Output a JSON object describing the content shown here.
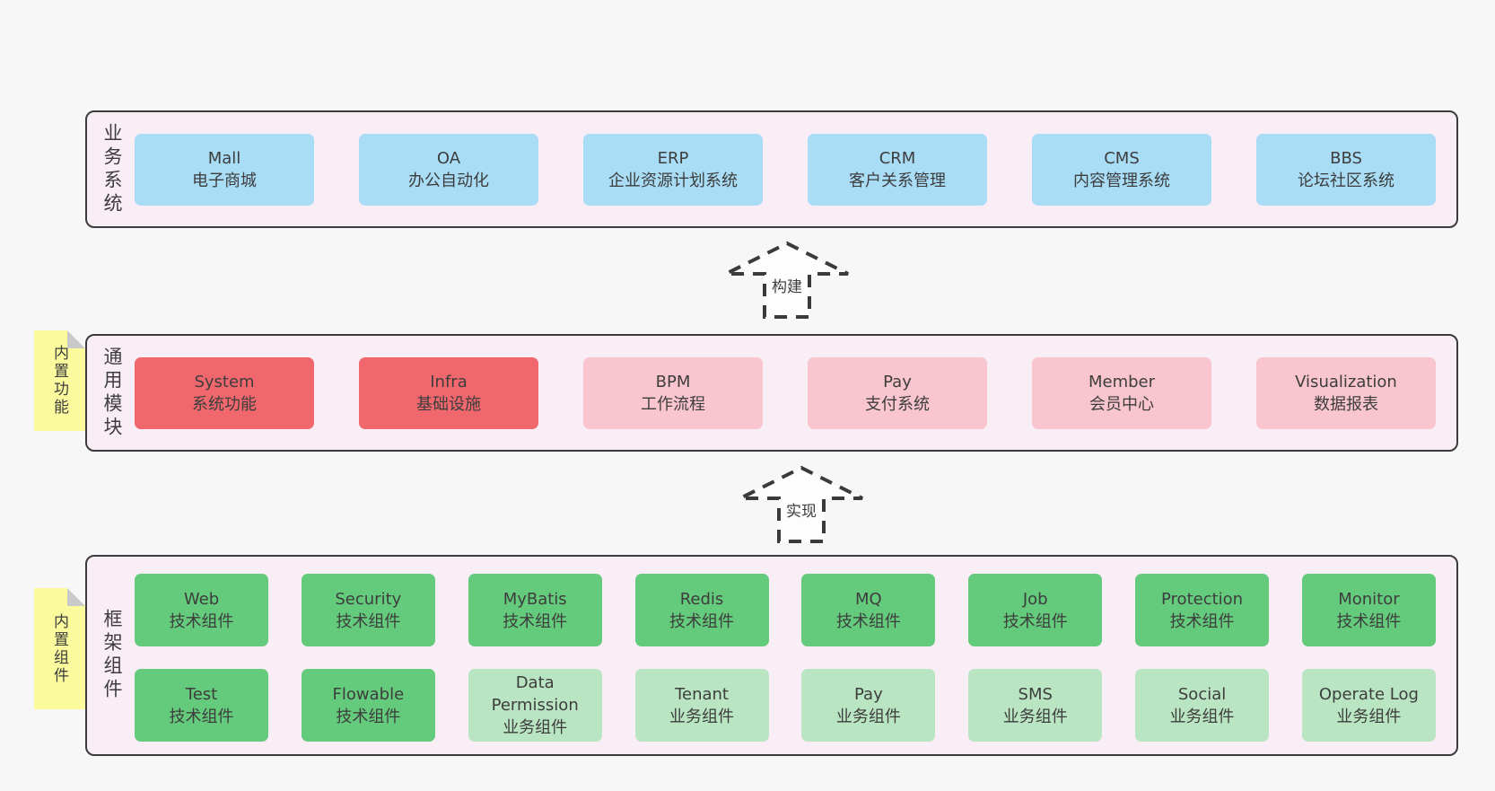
{
  "colors": {
    "page_bg": "#f7f7f7",
    "band_bg": "#f9edf6",
    "band_border": "#3b3b3b",
    "blue_box": "#a9dcf5",
    "red_box": "#f0686d",
    "pink_box": "#f9c5cf",
    "green_box": "#64ca7c",
    "light_green_box": "#b9e5c2",
    "sticky_note": "#fbfb9e",
    "sticky_fold": "#c9c9c9",
    "text": "#3d3d3d",
    "arrow_stroke": "#3a3a3a"
  },
  "arrows": [
    {
      "label": "构建"
    },
    {
      "label": "实现"
    }
  ],
  "bands": [
    {
      "label": "业务系统",
      "boxes": [
        {
          "title": "Mall",
          "subtitle": "电子商城",
          "variant": "blue"
        },
        {
          "title": "OA",
          "subtitle": "办公自动化",
          "variant": "blue"
        },
        {
          "title": "ERP",
          "subtitle": "企业资源计划系统",
          "variant": "blue"
        },
        {
          "title": "CRM",
          "subtitle": "客户关系管理",
          "variant": "blue"
        },
        {
          "title": "CMS",
          "subtitle": "内容管理系统",
          "variant": "blue"
        },
        {
          "title": "BBS",
          "subtitle": "论坛社区系统",
          "variant": "blue"
        }
      ]
    },
    {
      "label": "通用模块",
      "sticky": "内置功能",
      "boxes": [
        {
          "title": "System",
          "subtitle": "系统功能",
          "variant": "red"
        },
        {
          "title": "Infra",
          "subtitle": "基础设施",
          "variant": "red"
        },
        {
          "title": "BPM",
          "subtitle": "工作流程",
          "variant": "pink"
        },
        {
          "title": "Pay",
          "subtitle": "支付系统",
          "variant": "pink"
        },
        {
          "title": "Member",
          "subtitle": "会员中心",
          "variant": "pink"
        },
        {
          "title": "Visualization",
          "subtitle": "数据报表",
          "variant": "pink"
        }
      ]
    },
    {
      "label": "框架组件",
      "sticky": "内置组件",
      "rows": [
        [
          {
            "title": "Web",
            "subtitle": "技术组件",
            "variant": "green"
          },
          {
            "title": "Security",
            "subtitle": "技术组件",
            "variant": "green"
          },
          {
            "title": "MyBatis",
            "subtitle": "技术组件",
            "variant": "green"
          },
          {
            "title": "Redis",
            "subtitle": "技术组件",
            "variant": "green"
          },
          {
            "title": "MQ",
            "subtitle": "技术组件",
            "variant": "green"
          },
          {
            "title": "Job",
            "subtitle": "技术组件",
            "variant": "green"
          },
          {
            "title": "Protection",
            "subtitle": "技术组件",
            "variant": "green"
          },
          {
            "title": "Monitor",
            "subtitle": "技术组件",
            "variant": "green"
          }
        ],
        [
          {
            "title": "Test",
            "subtitle": "技术组件",
            "variant": "green"
          },
          {
            "title": "Flowable",
            "subtitle": "技术组件",
            "variant": "green"
          },
          {
            "title": "Data Permission",
            "subtitle": "业务组件",
            "variant": "lightgreen"
          },
          {
            "title": "Tenant",
            "subtitle": "业务组件",
            "variant": "lightgreen"
          },
          {
            "title": "Pay",
            "subtitle": "业务组件",
            "variant": "lightgreen"
          },
          {
            "title": "SMS",
            "subtitle": "业务组件",
            "variant": "lightgreen"
          },
          {
            "title": "Social",
            "subtitle": "业务组件",
            "variant": "lightgreen"
          },
          {
            "title": "Operate Log",
            "subtitle": "业务组件",
            "variant": "lightgreen"
          }
        ]
      ]
    }
  ]
}
